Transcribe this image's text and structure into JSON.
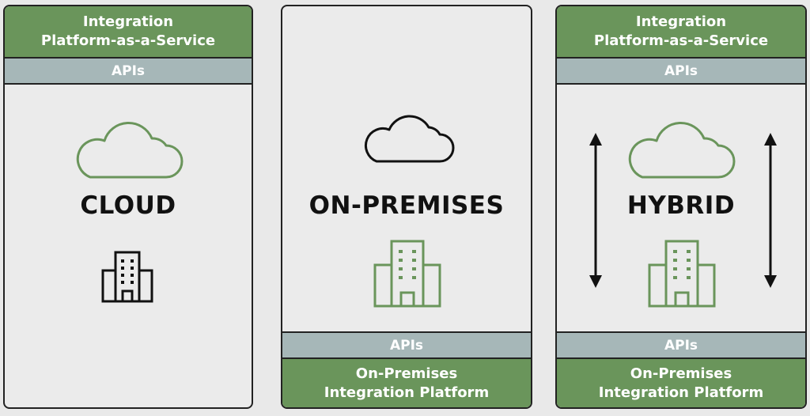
{
  "panels": [
    {
      "title": "CLOUD",
      "top_band": {
        "line1": "Integration",
        "line2": "Platform-as-a-Service"
      },
      "top_api": "APIs"
    },
    {
      "title": "ON-PREMISES",
      "bottom_api": "APIs",
      "bottom_band": {
        "line1": "On-Premises",
        "line2": "Integration Platform"
      }
    },
    {
      "title": "HYBRID",
      "top_band": {
        "line1": "Integration",
        "line2": "Platform-as-a-Service"
      },
      "top_api": "APIs",
      "bottom_api": "APIs",
      "bottom_band": {
        "line1": "On-Premises",
        "line2": "Integration Platform"
      }
    }
  ],
  "colors": {
    "band_green": "#6a955b",
    "api_grey": "#a6b7b8",
    "icon_green": "#6a955b",
    "icon_black": "#111111",
    "panel_bg": "#ebebeb"
  }
}
